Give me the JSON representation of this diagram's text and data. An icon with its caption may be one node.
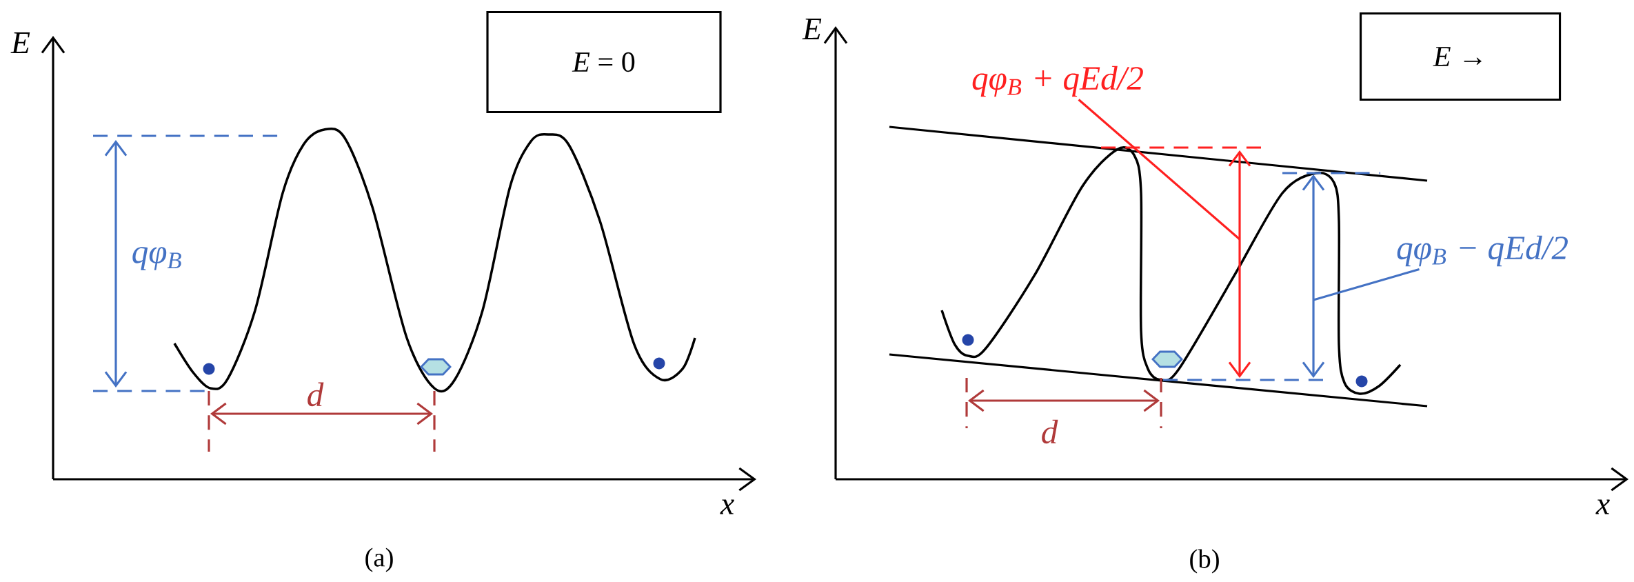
{
  "diagram": {
    "nodes": [
      {
        "text": [
          "*E* = 0"
        ]
      },
      {
        "text": [
          "*E* →"
        ]
      },
      {
        "text": [
          "qφ$_{B}$ + qEd/2"
        ]
      },
      {
        "text": [
          "qφ$_{B}$ − qEd/2"
        ]
      },
      {
        "text": [],
        "shape": "arrow"
      },
      {
        "text": [],
        "shape": "arrow"
      }
    ],
    "edges": [
      {
        "from": 2,
        "to": 4,
        "arrow": "none",
        "color": "#ff2020"
      },
      {
        "from": 3,
        "to": 5,
        "arrow": "none",
        "color": "#4472c4"
      }
    ],
    "labels": [
      "E",
      "x",
      "qφ$_{B}$",
      "d",
      "(a)",
      "E",
      "x",
      "d",
      "(b)"
    ]
  }
}
